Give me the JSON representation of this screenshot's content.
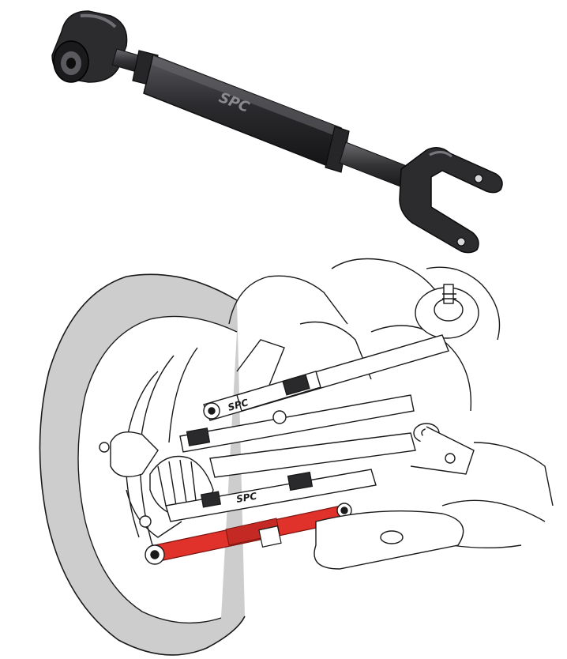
{
  "product_photo": {
    "brand_mark": "SPC"
  },
  "diagram": {
    "upper_arm_mark": "SPC",
    "lower_arm_mark": "SPC",
    "highlight_color": "#e0312a"
  },
  "colors": {
    "arm_dark": "#2a2a2c",
    "arm_mid": "#3c3c40",
    "tire_gray": "#c9c9c9",
    "line": "#1a1a1a"
  }
}
